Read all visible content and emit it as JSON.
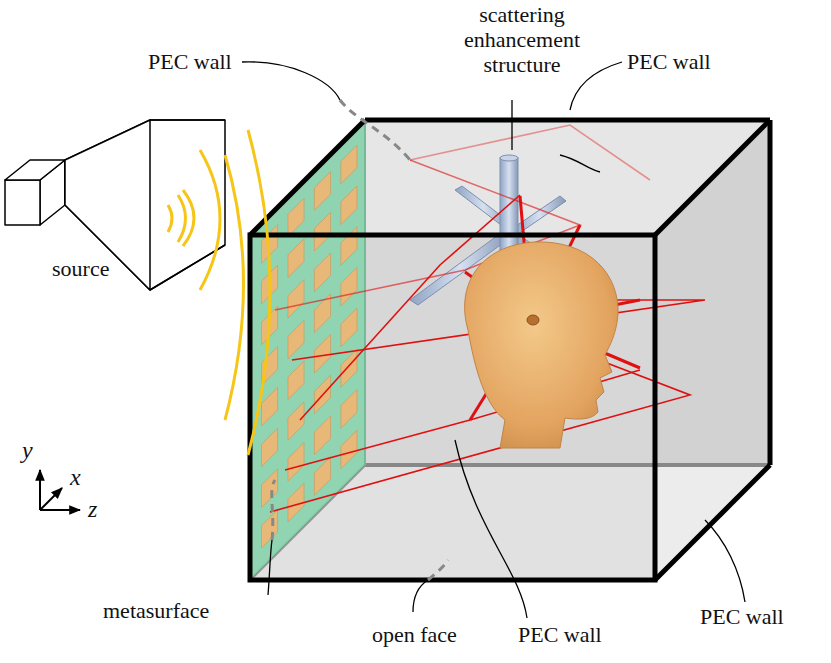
{
  "diagram": {
    "labels": [
      "PEC wall",
      "scattering enhancement structure",
      "PEC wall",
      "source",
      "PEC wall",
      "metasurface",
      "open face",
      "PEC wall",
      "y",
      "x",
      "z"
    ]
  }
}
